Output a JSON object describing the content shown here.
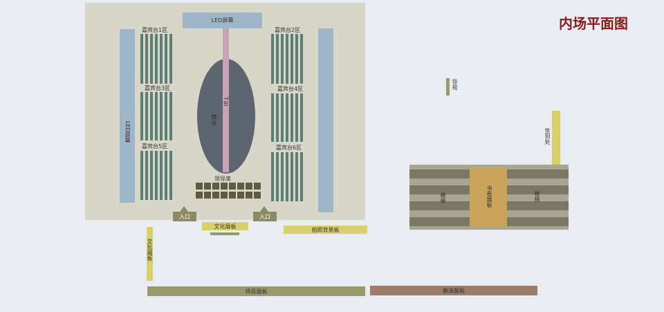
{
  "title": "内场平面图",
  "labels": {
    "led_top": "LED屏幕",
    "led_left": "LED屏幕",
    "runway": "T台",
    "stage": "舞台",
    "vip1": "嘉宾台1区",
    "vip2": "嘉宾台2区",
    "vip3": "嘉宾台3区",
    "vip4": "嘉宾台4区",
    "vip5": "嘉宾台5区",
    "vip6": "嘉宾台6区",
    "leader": "领导席",
    "entrance1": "入口",
    "entrance2": "入口",
    "culture_board": "文化展板",
    "photo_wall": "拍照背景板",
    "culture_board_v": "文化展板",
    "project_board": "项目展板",
    "hui_board": "徽派展板",
    "guide": "导视",
    "checkin": "签到处",
    "stairs_left": "楼梯",
    "stairs_right": "楼梯",
    "book_board": "书卷展板"
  },
  "colors": {
    "title": "#8b1a1a",
    "hall": "#d8d6c9",
    "led": "#9fb5c8",
    "seats": "#5b7f74",
    "stage": "#5d6570",
    "runway": "#c9a3b5",
    "board_yellow": "#d8d06c",
    "project_board": "#9a9a6c",
    "hui_board": "#9a7c68",
    "book_board": "#c9a45a"
  }
}
